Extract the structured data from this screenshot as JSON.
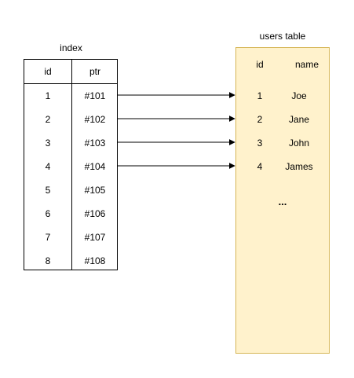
{
  "index": {
    "caption": "index",
    "headers": {
      "id": "id",
      "ptr": "ptr"
    },
    "rows": [
      {
        "id": "1",
        "ptr": "#101"
      },
      {
        "id": "2",
        "ptr": "#102"
      },
      {
        "id": "3",
        "ptr": "#103"
      },
      {
        "id": "4",
        "ptr": "#104"
      },
      {
        "id": "5",
        "ptr": "#105"
      },
      {
        "id": "6",
        "ptr": "#106"
      },
      {
        "id": "7",
        "ptr": "#107"
      },
      {
        "id": "8",
        "ptr": "#108"
      }
    ]
  },
  "users": {
    "caption": "users table",
    "headers": {
      "id": "id",
      "name": "name"
    },
    "rows": [
      {
        "id": "1",
        "name": "Joe"
      },
      {
        "id": "2",
        "name": "Jane"
      },
      {
        "id": "3",
        "name": "John"
      },
      {
        "id": "4",
        "name": "James"
      }
    ],
    "ellipsis": "..."
  },
  "colors": {
    "users_fill": "#fff2cc",
    "users_border": "#d6b656",
    "line": "#000000"
  }
}
